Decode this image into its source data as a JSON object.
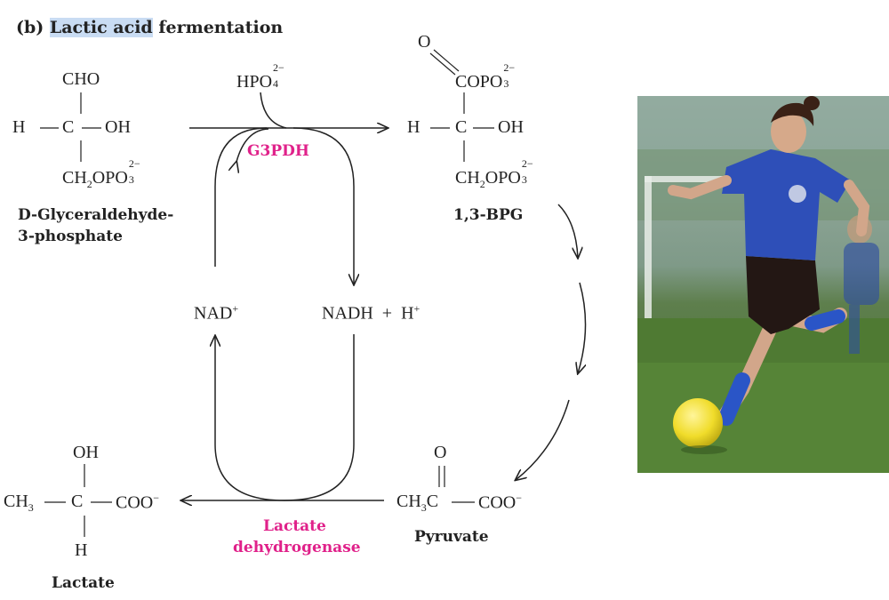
{
  "title": {
    "prefix": "(b)",
    "highlight": "Lactic acid",
    "rest": "fermentation"
  },
  "gap": {
    "name_line1": "D-Glyceraldehyde-",
    "name_line2": "3-phosphate",
    "cho": "CHO",
    "h": "H",
    "c": "C",
    "oh": "OH",
    "ch2opo3": "CH",
    "ch2_sub": "2",
    "opo": "OPO",
    "charge": "2−",
    "sub3": "3"
  },
  "hpo4": {
    "text": "HPO",
    "sup": "2−",
    "sub": "4"
  },
  "g3pdh": "G3PDH",
  "bpg": {
    "name": "1,3-BPG",
    "o": "O",
    "copo": "COPO",
    "charge": "2−",
    "sub3": "3",
    "h": "H",
    "c": "C",
    "oh": "OH",
    "ch2": "CH",
    "ch2_sub": "2",
    "opo": "OPO"
  },
  "nad": {
    "text": "NAD",
    "sup": "+"
  },
  "nadh": {
    "text": "NADH",
    "plus": "+",
    "h": "H",
    "hsup": "+"
  },
  "lactate": {
    "name": "Lactate",
    "oh": "OH",
    "ch3": "CH",
    "ch3_sub": "3",
    "c": "C",
    "coo": "COO",
    "coo_sup": "−",
    "h": "H"
  },
  "pyruvate": {
    "name": "Pyruvate",
    "o": "O",
    "ch3c": "CH",
    "ch3_sub": "3",
    "c_after": "C",
    "coo": "COO",
    "coo_sup": "−"
  },
  "ldh": {
    "line1": "Lactate",
    "line2": "dehydrogenase"
  },
  "colors": {
    "enzyme": "#e0218a",
    "highlight": "#c9dcf3"
  }
}
